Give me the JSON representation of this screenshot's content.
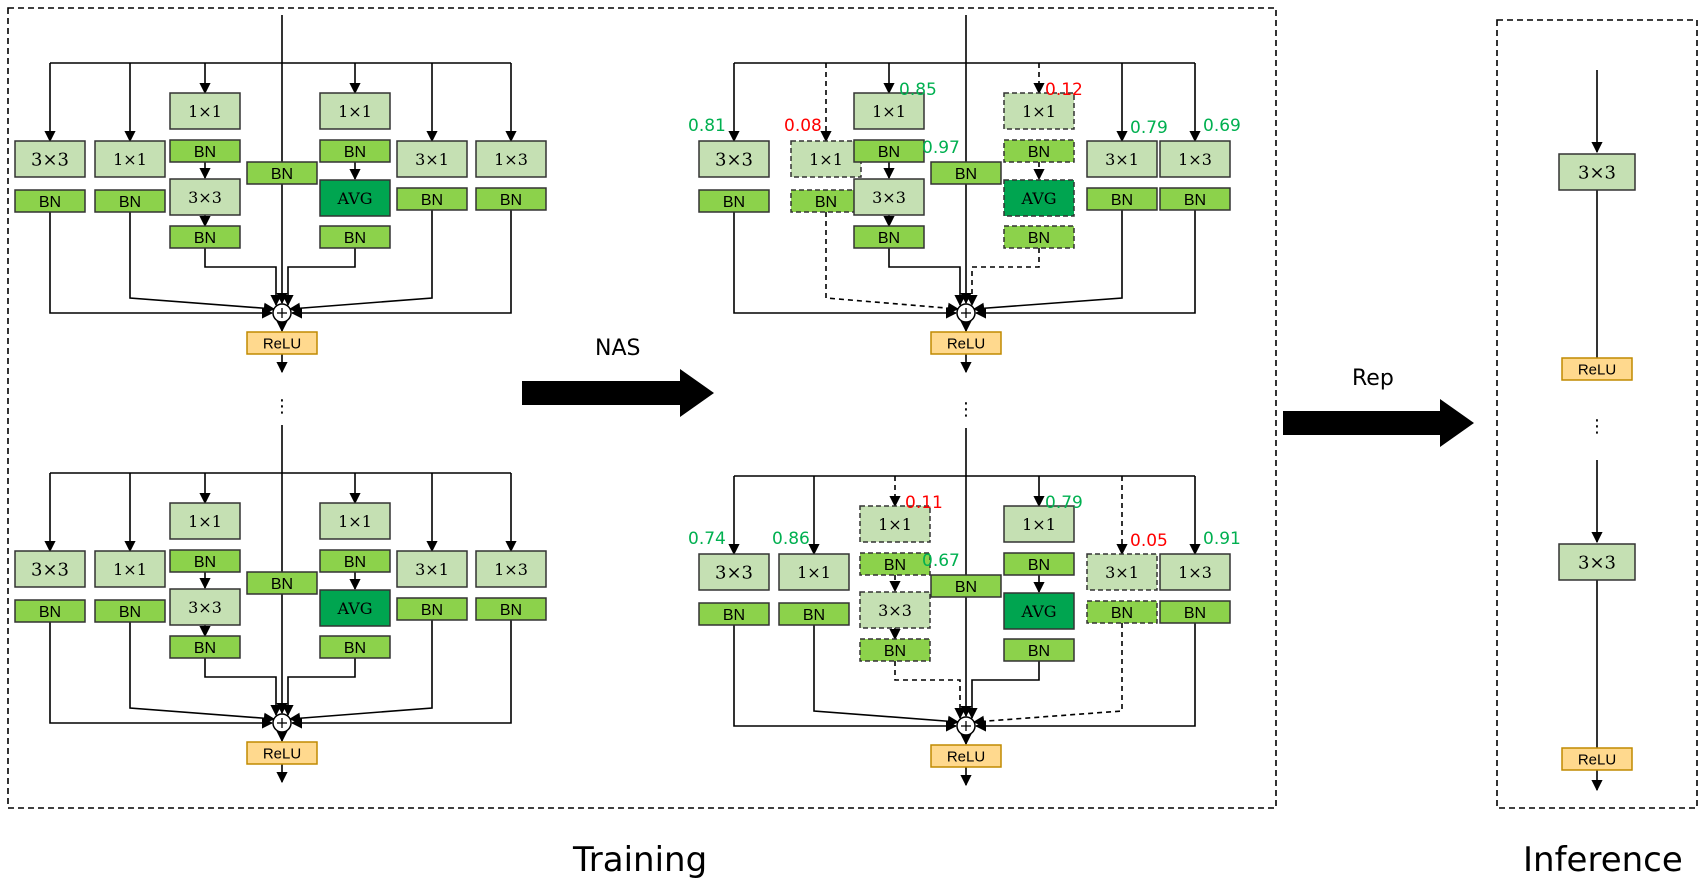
{
  "labels": {
    "nas": "NAS",
    "rep": "Rep",
    "training": "Training",
    "inference": "Inference",
    "ellipsis": "⋮"
  },
  "ops": {
    "conv3x3": "3×3",
    "conv1x1": "1×1",
    "conv3x1": "3×1",
    "conv1x3": "1×3",
    "bn": "BN",
    "avg": "AVG",
    "relu": "ReLU",
    "plus": "+"
  },
  "colors": {
    "conv_fill": "#c5e0b3",
    "bn_fill": "#8cd24b",
    "avg_fill": "#00a550",
    "relu_fill": "#ffd98e",
    "relu_border": "#c08a00",
    "kept_weight": "#00b050",
    "pruned_weight": "#ff0000"
  },
  "nas_block_top": {
    "weights": [
      {
        "value": "0.81",
        "pruned": false
      },
      {
        "value": "0.08",
        "pruned": true
      },
      {
        "value": "0.85",
        "pruned": false
      },
      {
        "value": "0.97",
        "pruned": false
      },
      {
        "value": "0.12",
        "pruned": true
      },
      {
        "value": "0.79",
        "pruned": false
      },
      {
        "value": "0.69",
        "pruned": false
      }
    ]
  },
  "nas_block_bottom": {
    "weights": [
      {
        "value": "0.74",
        "pruned": false
      },
      {
        "value": "0.86",
        "pruned": false
      },
      {
        "value": "0.11",
        "pruned": true
      },
      {
        "value": "0.67",
        "pruned": false
      },
      {
        "value": "0.79",
        "pruned": false
      },
      {
        "value": "0.05",
        "pruned": true
      },
      {
        "value": "0.91",
        "pruned": false
      }
    ]
  }
}
